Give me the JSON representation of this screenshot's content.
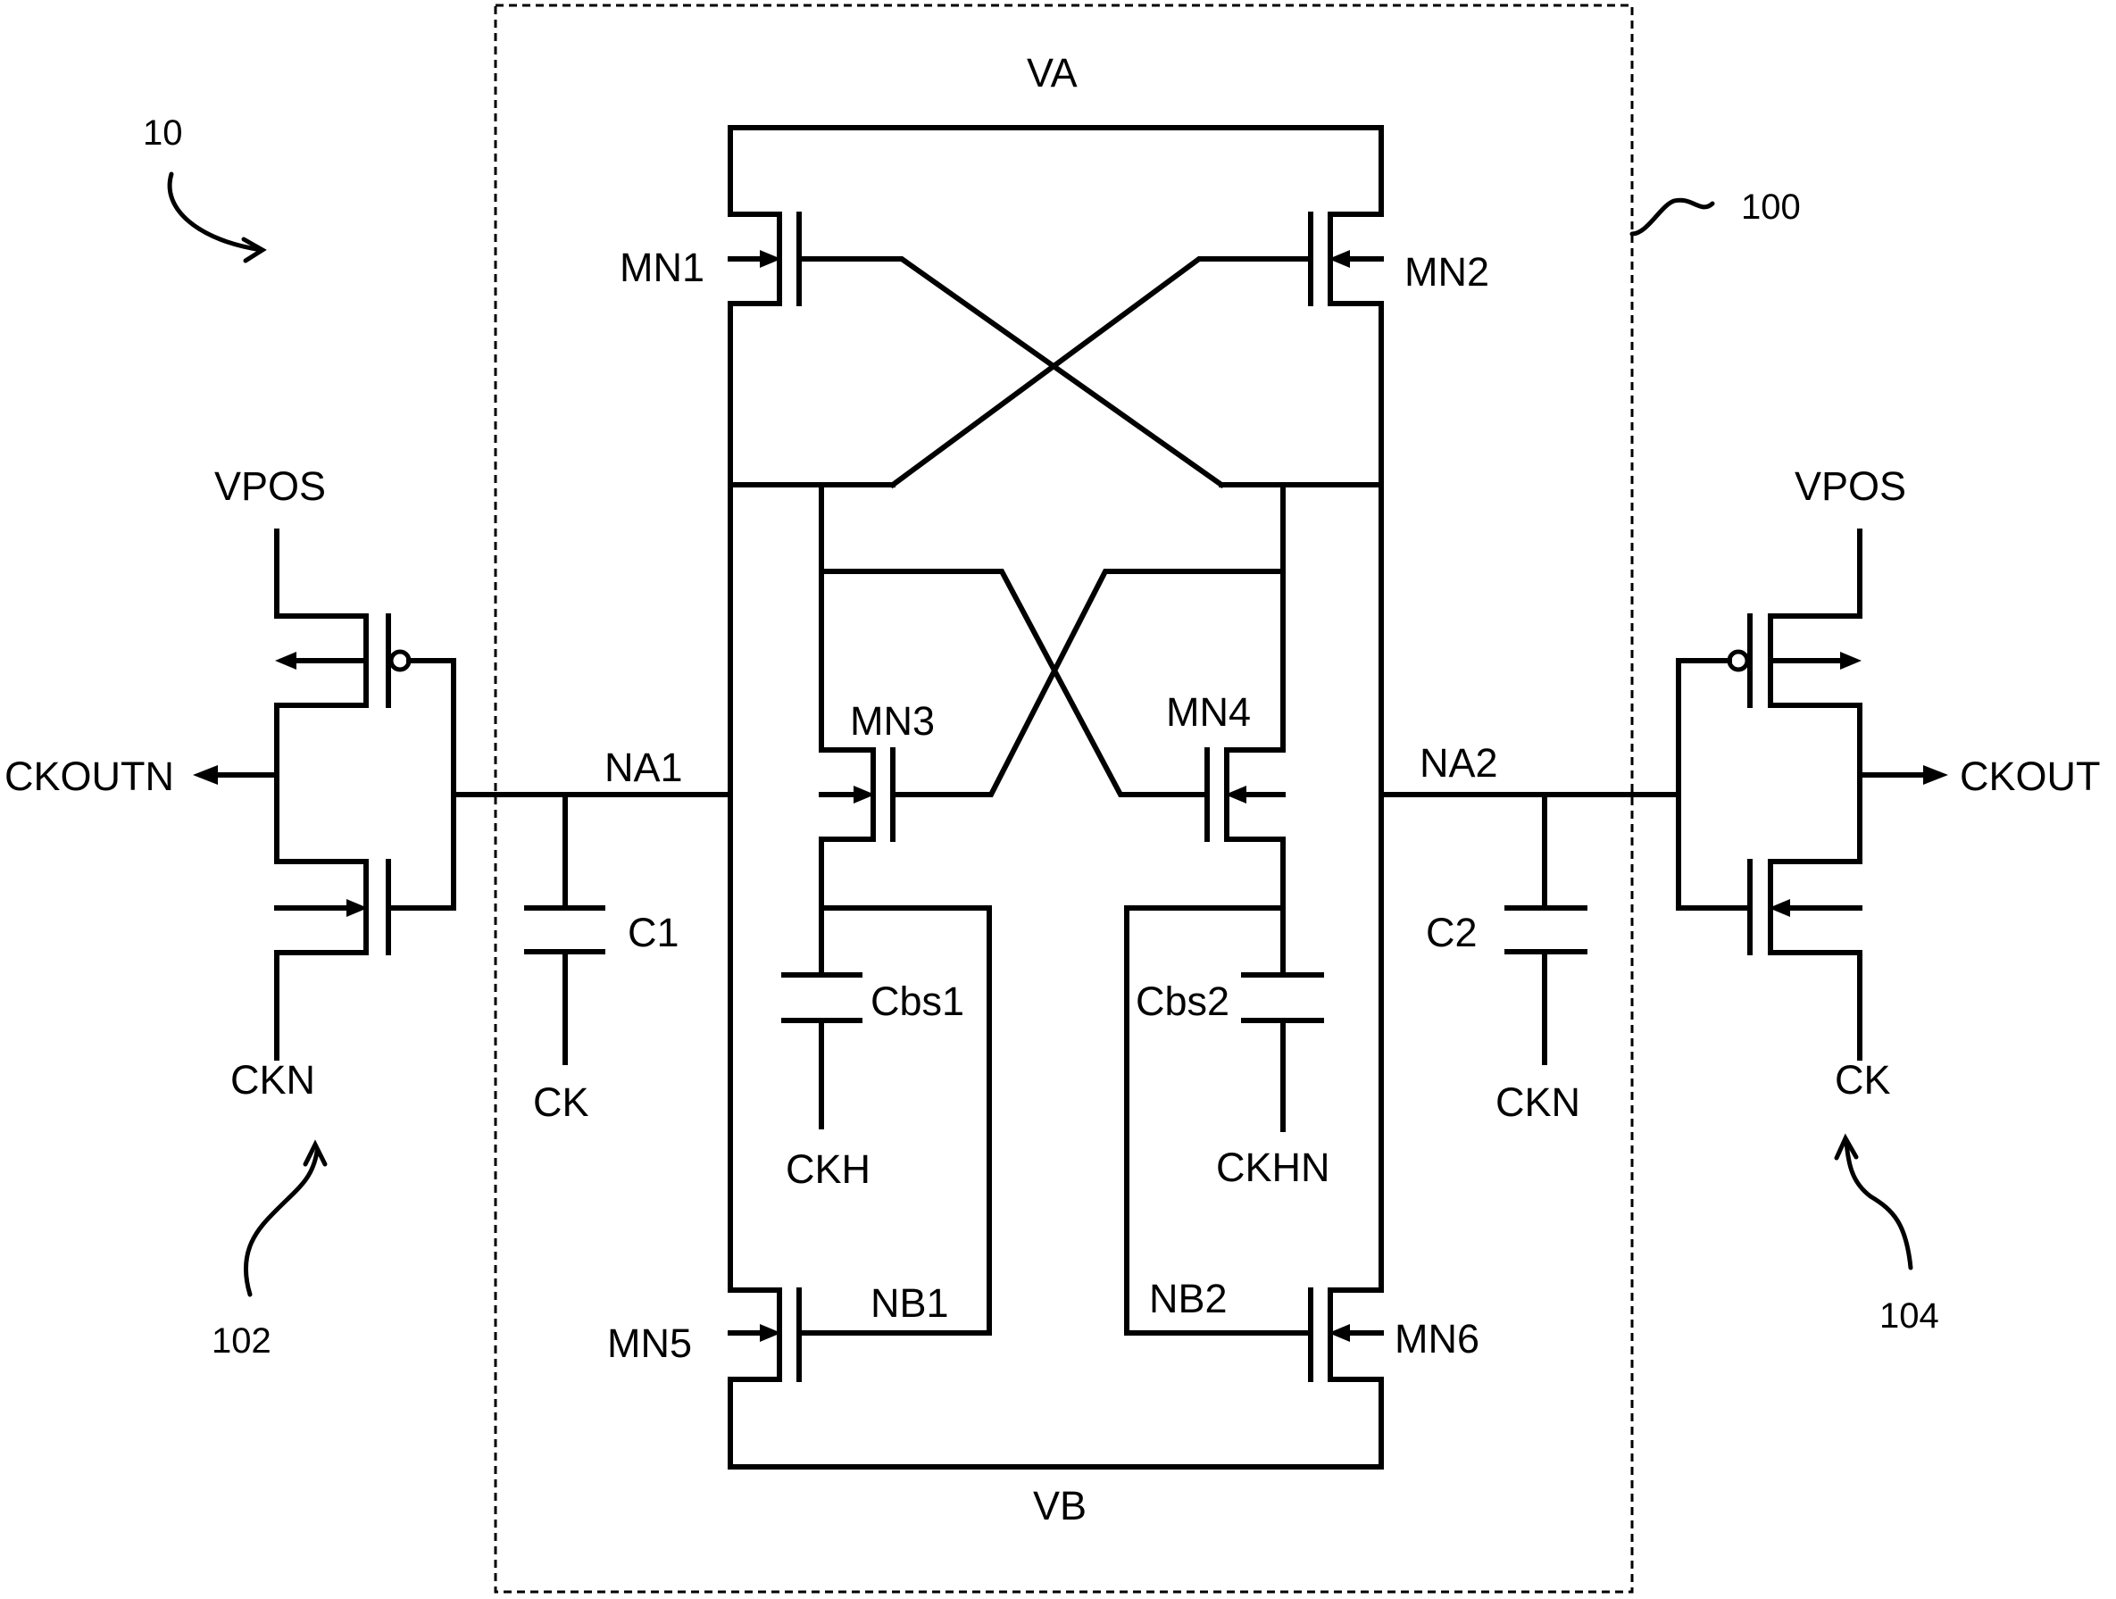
{
  "labels": {
    "va": "VA",
    "vb": "VB",
    "mn1": "MN1",
    "mn2": "MN2",
    "mn3": "MN3",
    "mn4": "MN4",
    "mn5": "MN5",
    "mn6": "MN6",
    "na1": "NA1",
    "na2": "NA2",
    "nb1": "NB1",
    "nb2": "NB2",
    "c1": "C1",
    "c2": "C2",
    "cbs1": "Cbs1",
    "cbs2": "Cbs2",
    "ckh": "CKH",
    "ckhn": "CKHN",
    "ck_c1": "CK",
    "ckn_c2": "CKN",
    "vpos_left": "VPOS",
    "vpos_right": "VPOS",
    "ckn_left": "CKN",
    "ck_right": "CK",
    "ckoutn": "CKOUTN",
    "ckout": "CKOUT"
  },
  "refs": {
    "ref_10": "10",
    "ref_100": "100",
    "ref_102": "102",
    "ref_104": "104"
  }
}
